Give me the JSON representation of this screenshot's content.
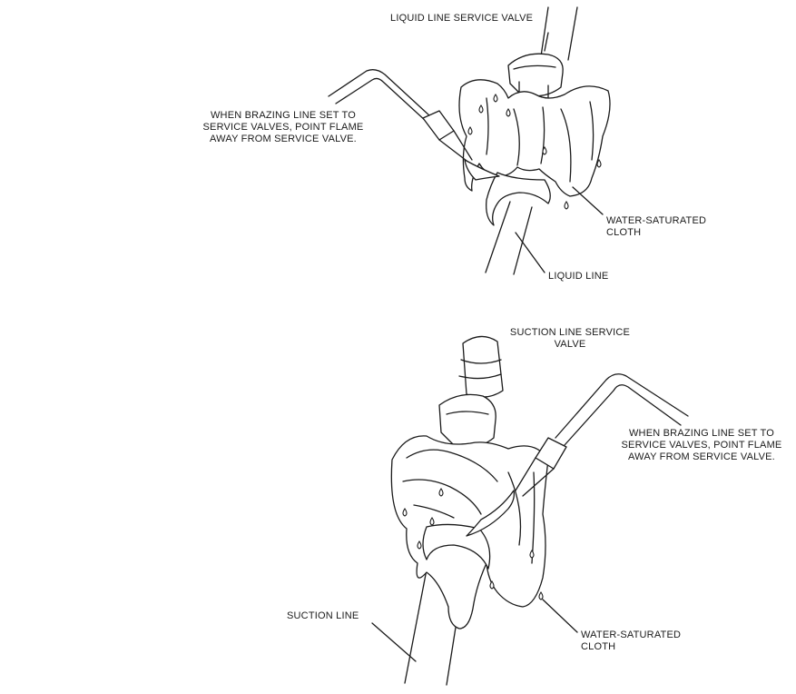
{
  "diagram": {
    "top": {
      "valve_label": "LIQUID LINE SERVICE VALVE",
      "warning_line1": "WHEN BRAZING LINE SET TO",
      "warning_line2": "SERVICE VALVES, POINT FLAME",
      "warning_line3": "AWAY FROM SERVICE VALVE.",
      "cloth_line1": "WATER-SATURATED",
      "cloth_line2": "CLOTH",
      "line_label": "LIQUID LINE"
    },
    "bottom": {
      "valve_line1": "SUCTION LINE SERVICE",
      "valve_line2": "VALVE",
      "warning_line1": "WHEN BRAZING LINE SET TO",
      "warning_line2": "SERVICE VALVES, POINT FLAME",
      "warning_line3": "AWAY FROM SERVICE VALVE.",
      "cloth_line1": "WATER-SATURATED",
      "cloth_line2": "CLOTH",
      "line_label": "SUCTION LINE"
    }
  }
}
